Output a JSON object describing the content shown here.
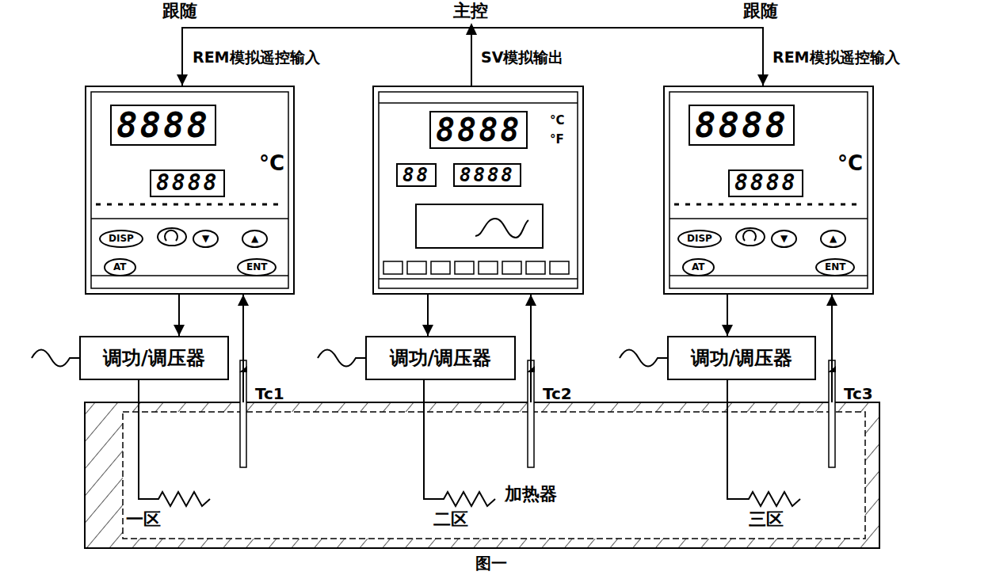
{
  "diagram": {
    "caption": "图一",
    "nodes": [
      {
        "text": [
          "8888",
          "°C",
          "8888",
          "DISP",
          "▼",
          "▲",
          "AT",
          "ENT"
        ]
      },
      {
        "text": [
          "8888",
          "°C",
          "°F",
          "88",
          "8888"
        ]
      },
      {
        "text": [
          "8888",
          "°C",
          "8888",
          "DISP",
          "▼",
          "▲",
          "AT",
          "ENT"
        ]
      },
      {
        "text": [
          "调功/调压器"
        ]
      },
      {
        "text": [
          "调功/调压器"
        ]
      },
      {
        "text": [
          "调功/调压器"
        ]
      },
      {
        "text": [
          "一区",
          "二区",
          "加热器",
          "三区"
        ]
      }
    ],
    "edges": [
      {
        "from": 1,
        "to": 0,
        "arrow": "to",
        "label": "REM模拟遥控输入"
      },
      {
        "from": 1,
        "to": 2,
        "arrow": "to",
        "label": "REM模拟遥控输入"
      },
      {
        "from": 0,
        "to": 3,
        "arrow": "to"
      },
      {
        "from": 1,
        "to": 4,
        "arrow": "to"
      },
      {
        "from": 2,
        "to": 5,
        "arrow": "to"
      },
      {
        "from": 3,
        "to": 6,
        "arrow": "none"
      },
      {
        "from": 4,
        "to": 6,
        "arrow": "none"
      },
      {
        "from": 5,
        "to": 6,
        "arrow": "none"
      },
      {
        "from": 6,
        "to": 0,
        "arrow": "to",
        "label": "Tc1"
      },
      {
        "from": 6,
        "to": 1,
        "arrow": "to",
        "label": "Tc2"
      },
      {
        "from": 6,
        "to": 2,
        "arrow": "to",
        "label": "Tc3"
      }
    ],
    "labels": [
      "跟随",
      "主控",
      "跟随",
      "SV模拟输出"
    ]
  }
}
